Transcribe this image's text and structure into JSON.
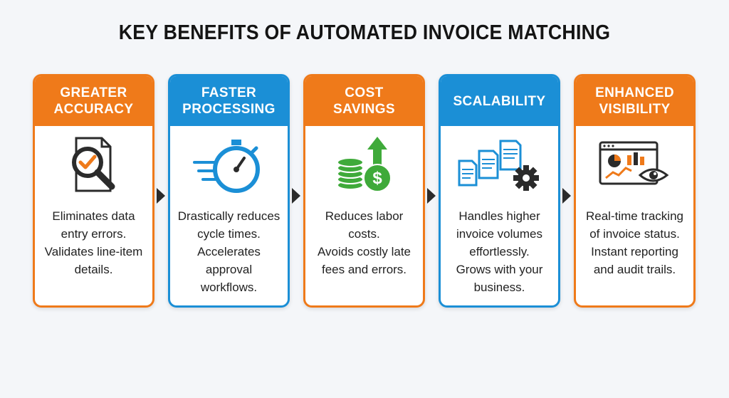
{
  "title": "KEY BENEFITS OF AUTOMATED INVOICE MATCHING",
  "colors": {
    "orange": "#ef7a1a",
    "blue": "#1b8fd6",
    "green": "#3faa3a",
    "dark": "#2b2b2b"
  },
  "cards": [
    {
      "heading": "GREATER\nACCURACY",
      "theme": "orange",
      "icon": "magnifier-checkmark-document-icon",
      "text": "Eliminates data\nentry errors.\nValidates line-item\ndetails."
    },
    {
      "heading": "FASTER\nPROCESSING",
      "theme": "blue",
      "icon": "stopwatch-icon",
      "text": "Drastically reduces\ncycle times.\nAccelerates\napproval\nworkflows."
    },
    {
      "heading": "COST\nSAVINGS",
      "theme": "orange",
      "icon": "coins-dollar-arrow-icon",
      "text": "Reduces labor\ncosts.\nAvoids costly late\nfees and errors."
    },
    {
      "heading": "SCALABILITY",
      "theme": "blue",
      "icon": "documents-gear-icon",
      "text": "Handles higher\ninvoice volumes\neffortlessly.\nGrows with your\nbusiness."
    },
    {
      "heading": "ENHANCED\nVISIBILITY",
      "theme": "orange",
      "icon": "dashboard-eye-icon",
      "text": "Real-time tracking\nof invoice status.\nInstant reporting\nand audit trails."
    }
  ]
}
